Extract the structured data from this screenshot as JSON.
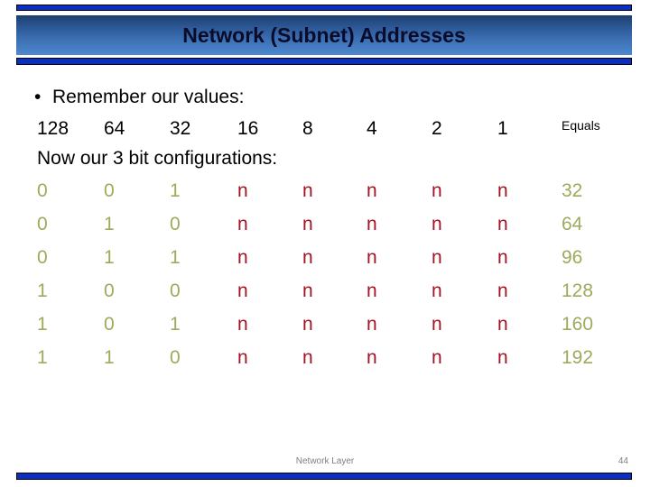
{
  "slide": {
    "title": "Network (Subnet) Addresses",
    "footer_note": "Network Layer",
    "page_number": "44",
    "colors": {
      "title_bar_dark": "#1D3F6E",
      "title_bar_light": "#4D88CE",
      "rule_blue": "#0A2FC4",
      "bit_olive": "#9CAB5C",
      "n_red": "#A21325",
      "footer_gray": "#808080"
    }
  },
  "body": {
    "bullet_marker": "•",
    "bullet_text": "Remember our values:",
    "place_values": [
      "128",
      "64",
      "32",
      "16",
      "8",
      "4",
      "2",
      "1"
    ],
    "equals_label": "Equals",
    "heading": "Now our 3 bit configurations:",
    "rows": [
      {
        "cells": [
          "0",
          "0",
          "1",
          "n",
          "n",
          "n",
          "n",
          "n"
        ],
        "equals": "32"
      },
      {
        "cells": [
          "0",
          "1",
          "0",
          "n",
          "n",
          "n",
          "n",
          "n"
        ],
        "equals": "64"
      },
      {
        "cells": [
          "0",
          "1",
          "1",
          "n",
          "n",
          "n",
          "n",
          "n"
        ],
        "equals": "96"
      },
      {
        "cells": [
          "1",
          "0",
          "0",
          "n",
          "n",
          "n",
          "n",
          "n"
        ],
        "equals": "128"
      },
      {
        "cells": [
          "1",
          "0",
          "1",
          "n",
          "n",
          "n",
          "n",
          "n"
        ],
        "equals": "160"
      },
      {
        "cells": [
          "1",
          "1",
          "0",
          "n",
          "n",
          "n",
          "n",
          "n"
        ],
        "equals": "192"
      }
    ]
  }
}
